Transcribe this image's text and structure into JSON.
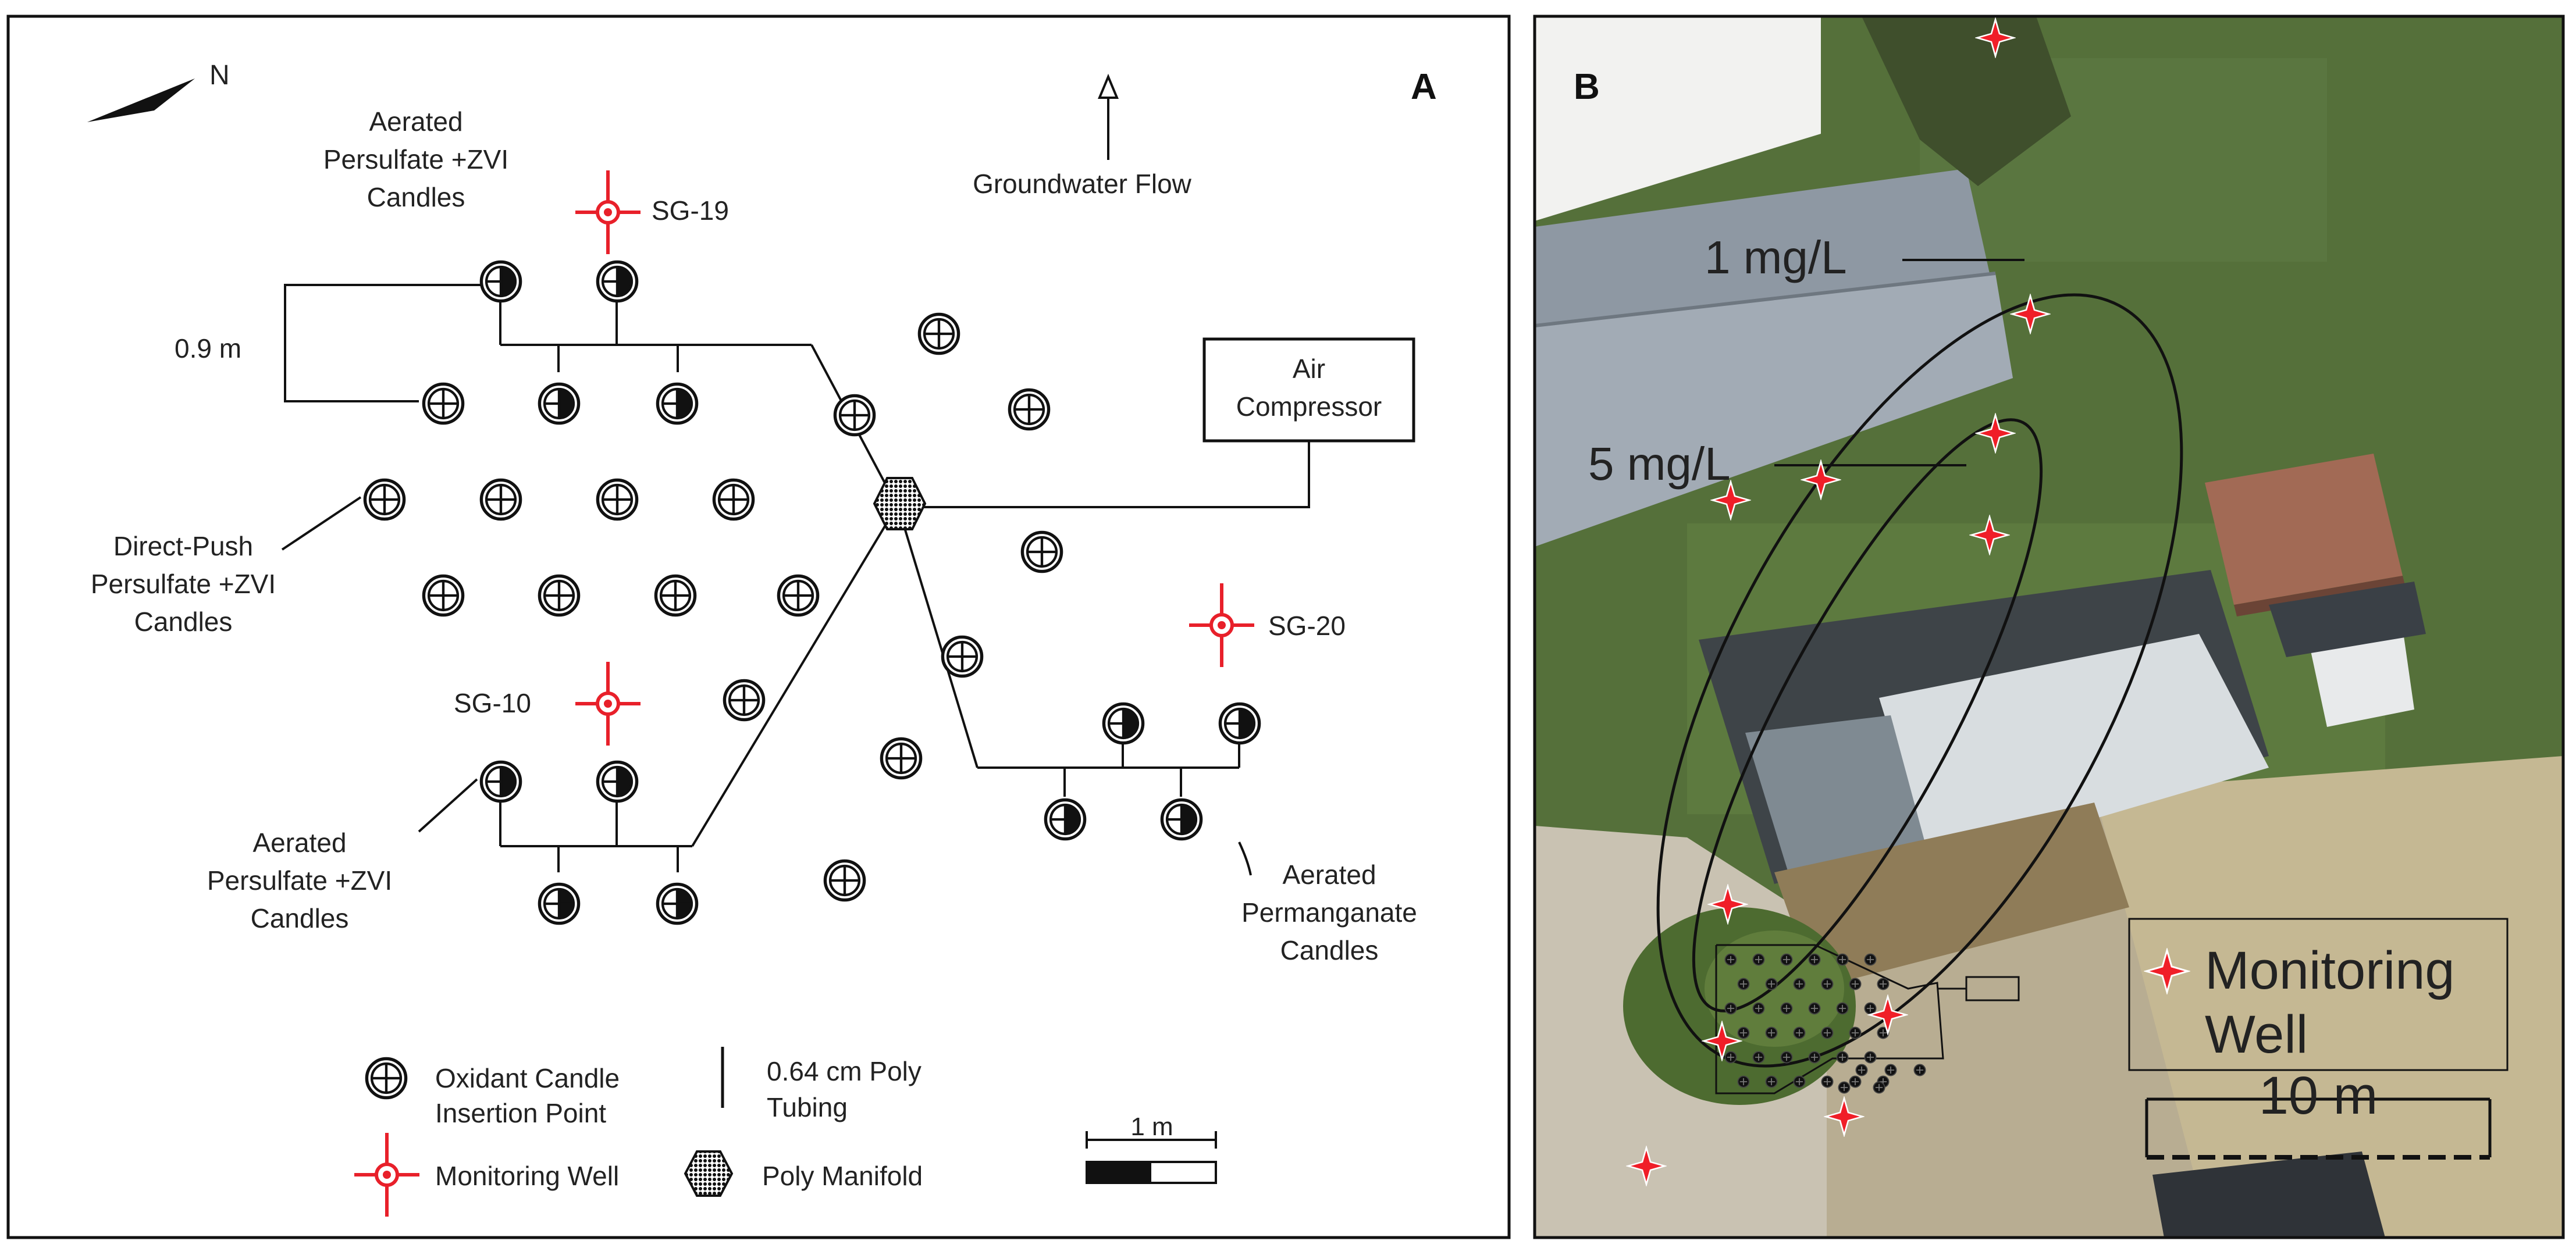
{
  "panel_a": {
    "letter": "A",
    "north": "N",
    "groundwater": "Groundwater Flow",
    "air_compressor": [
      "Air",
      "Compressor"
    ],
    "spacing": "0.9 m",
    "labels": {
      "aerated_top": [
        "Aerated",
        "Persulfate +ZVI",
        "Candles"
      ],
      "direct_push": [
        "Direct-Push",
        "Persulfate +ZVI",
        "Candles"
      ],
      "aerated_bottom": [
        "Aerated",
        "Persulfate +ZVI",
        "Candles"
      ],
      "permanganate": [
        "Aerated",
        "Permanganate",
        "Candles"
      ]
    },
    "wells": [
      {
        "label": "SG-19"
      },
      {
        "label": "SG-20"
      },
      {
        "label": "SG-10"
      }
    ],
    "legend": {
      "candle": [
        "Oxidant Candle",
        "Insertion Point"
      ],
      "tubing": [
        "0.64 cm Poly",
        "Tubing"
      ],
      "well": "Monitoring Well",
      "manifold": "Poly Manifold",
      "scale": "1 m"
    },
    "colors": {
      "well": "#e8202a",
      "ink": "#111111"
    }
  },
  "panel_b": {
    "letter": "B",
    "contour_outer": "1 mg/L",
    "contour_inner": "5 mg/L",
    "legend_well": [
      "Monitoring",
      "Well"
    ],
    "scale": "10 m",
    "colors": {
      "well": "#f01e28",
      "grass": "#4f6a35",
      "roof": "#8d99a5"
    }
  }
}
